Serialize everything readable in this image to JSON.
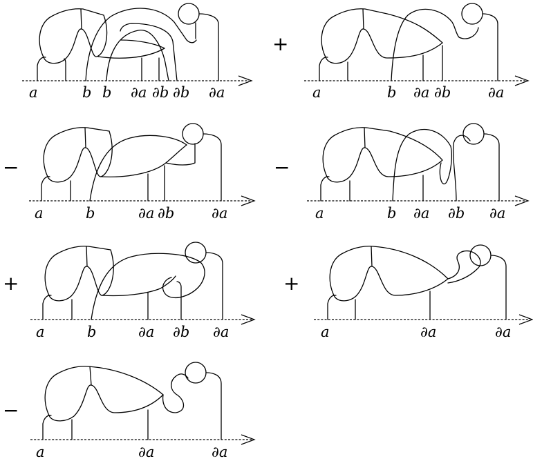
{
  "diagrams": [
    {
      "sign": "",
      "labels": [
        "a",
        "b",
        "b",
        "∂a",
        "∂b",
        "∂b",
        "∂a"
      ]
    },
    {
      "sign": "+",
      "labels": [
        "a",
        "b",
        "∂a",
        "∂b",
        "∂a"
      ]
    },
    {
      "sign": "−",
      "labels": [
        "a",
        "b",
        "∂a",
        "∂b",
        "∂a"
      ]
    },
    {
      "sign": "−",
      "labels": [
        "a",
        "b",
        "∂a",
        "∂b",
        "∂a"
      ]
    },
    {
      "sign": "+",
      "labels": [
        "a",
        "b",
        "∂a",
        "∂b",
        "∂a"
      ]
    },
    {
      "sign": "+",
      "labels": [
        "a",
        "∂a",
        "∂a"
      ]
    },
    {
      "sign": "−",
      "labels": [
        "a",
        "∂a",
        "∂a"
      ]
    }
  ]
}
